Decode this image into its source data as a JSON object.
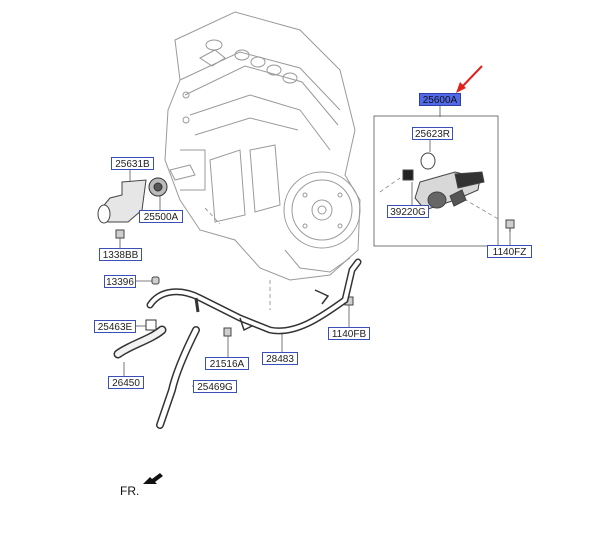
{
  "parts": {
    "p25600A": "25600A",
    "p25623R": "25623R",
    "p39220G": "39220G",
    "p1140FZ": "1140FZ",
    "p25631B": "25631B",
    "p25500A": "25500A",
    "p1338BB": "1338BB",
    "p13396": "13396",
    "p25463E": "25463E",
    "p26450": "26450",
    "p21516A": "21516A",
    "p25469G": "25469G",
    "p28483": "28483",
    "p1140FB": "1140FB"
  },
  "direction_label": "FR.",
  "colors": {
    "highlight": "#5169e8",
    "label_border": "#3b4fb8",
    "pointer_arrow": "#e0211c"
  }
}
